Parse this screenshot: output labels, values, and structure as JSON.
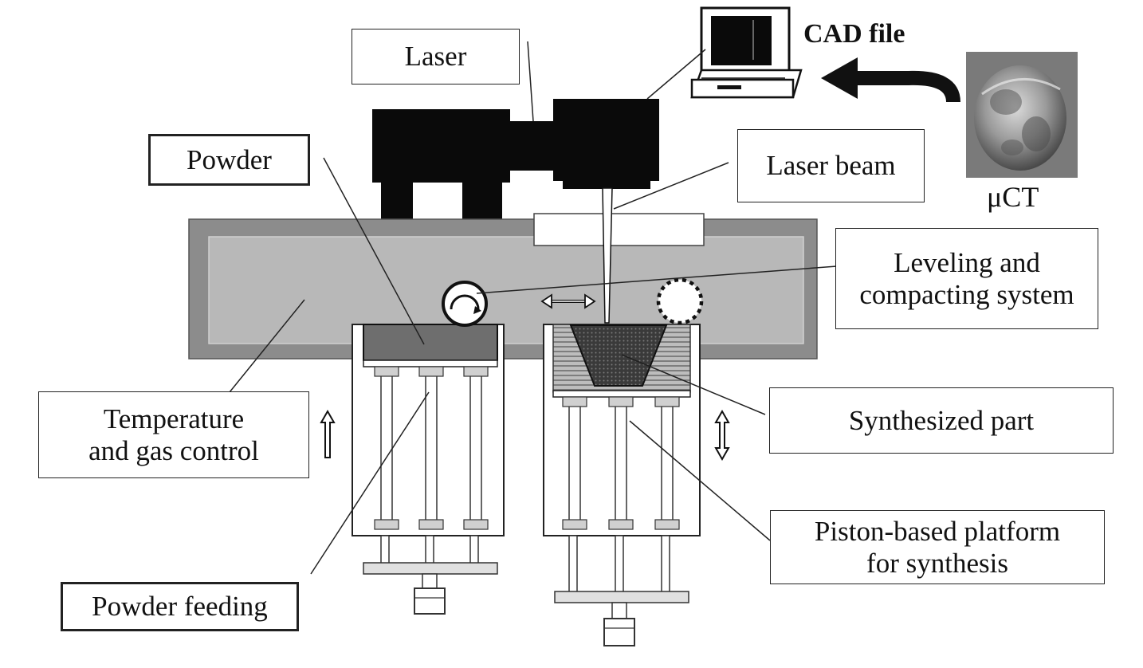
{
  "labels": {
    "laser": "Laser",
    "cad_file": "CAD file",
    "powder": "Powder",
    "laser_beam": "Laser beam",
    "uct": "μCT",
    "leveling": "Leveling and\ncompacting system",
    "temperature": "Temperature\nand gas control",
    "synthesized": "Synthesized part",
    "piston": "Piston-based platform\nfor synthesis",
    "powder_feeding": "Powder feeding"
  },
  "colors": {
    "machine": "#0a0a0a",
    "chamber_frame": "#8c8c8c",
    "chamber_inner": "#b8b8b8",
    "powder": "#6e6e6e",
    "line": "#222222"
  },
  "icons": {
    "computer": "computer-icon",
    "scan": "micro-ct-scan-icon",
    "arrow": "process-arrow-icon"
  }
}
